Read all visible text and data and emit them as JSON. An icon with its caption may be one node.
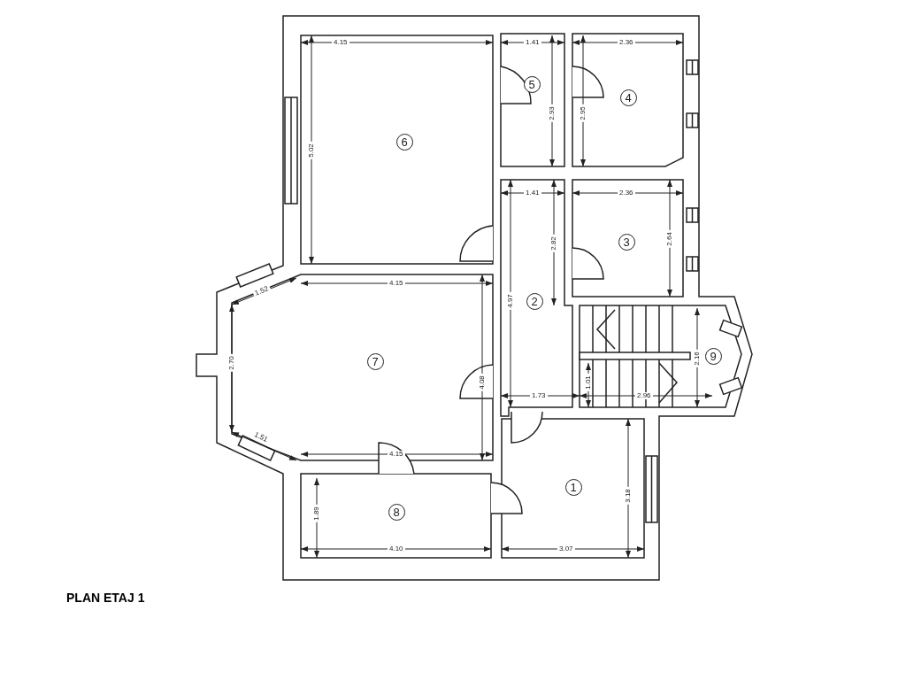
{
  "diagram": {
    "title": "PLAN ETAJ 1",
    "labels": [
      "4.15",
      "1.41",
      "2.36",
      "5",
      "2.93",
      "2.95",
      "4",
      "5.02",
      "6",
      "1.41",
      "2.36",
      "2.82",
      "3",
      "2.64",
      "1.52",
      "4.15",
      "4.97",
      "2",
      "2.70",
      "7",
      "2.16",
      "9",
      "4.08",
      "1.01",
      "1.73",
      "2.96",
      "1.51",
      "4.15",
      "1",
      "3.18",
      "8",
      "1.89",
      "4.10",
      "3.07"
    ]
  }
}
